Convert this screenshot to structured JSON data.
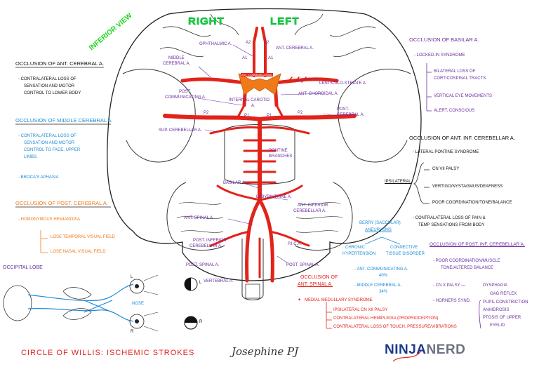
{
  "header": {
    "right": "RIGHT",
    "left": "LEFT",
    "inferior_view": "INFERIOR VIEW"
  },
  "arteries": {
    "ophthalmic": "OPHTHALMIC A.",
    "a2_left": "A2",
    "a2_right": "A2",
    "a1_left": "A1",
    "a1_right": "A1",
    "ant_cerebral": "ANT. CEREBRAL A.",
    "middle_cerebral": [
      "MIDDLE",
      "CEREBRAL A."
    ],
    "ant_communicating": "ANT. COMMUNICATING",
    "lenticulo_striate": "LENTICULO-STRIATE A.",
    "ant_choroidal": "ANT. CHOROIDAL A.",
    "post_communicating": [
      "POST.",
      "COMMUNICATING A."
    ],
    "internal_carotid": [
      "INTERNAL CAROTID",
      "A."
    ],
    "p2_left": "P2",
    "p2_right": "P2",
    "p1_left": "P1",
    "p1_right": "P1",
    "post_cerebral": [
      "POST.",
      "CEREBRAL A."
    ],
    "sup_cerebellar": "SUP. CEREBELLAR A.",
    "pontine_branches": [
      "PONTINE",
      "BRANCHES"
    ],
    "basilar": "BASILAR A.",
    "labyrinthine": "LABYRINTHINE A.",
    "ant_inferior_cerebellar": [
      "ANT. INFERIOR",
      "CEREBELLAR A."
    ],
    "ant_spinal": "ANT. SPINAL A.",
    "post_inferior_cerebellar": [
      "POST. INFERIOR",
      "CEREBELLAR A."
    ],
    "pica": "P.I.C.A.",
    "post_spinal_left": "POST. SPINAL A.",
    "post_spinal_right": "POST. SPINAL A.",
    "vertebral": "VERTEBRAL A."
  },
  "left_notes": {
    "aca_title": "OCCLUSION OF ANT. CEREBRAL A.",
    "aca_line1": "- CONTRALATERAL LOSS OF",
    "aca_line2": "SENSATION AND MOTOR",
    "aca_line3": "CONTROL TO LOWER BODY",
    "mca_title": "OCCLUSION OF MIDDLE CEREBRAL A.",
    "mca_line1": "- CONTRALATERAL LOSS OF",
    "mca_line2": "SENSATION AND MOTOR",
    "mca_line3": "CONTROL TO FACE, UPPER",
    "mca_line4": "LIMBS.",
    "mca_broca": "- BROCA'S APHASIA",
    "pca_title": "OCCLUSION OF POST. CEREBRAL A.",
    "pca_line1": "- HOMONYMOUS HEMIANOPIA",
    "pca_temporal": "LOSE TEMPORAL VISUAL FIELD",
    "pca_nasal": "LOSE NASAL VISUAL FIELD",
    "occipital_lobe": "OCCIPITAL LOBE",
    "eye_l": "L",
    "eye_r": "R",
    "nose": "NOSE",
    "field_l": "L",
    "field_r": "R"
  },
  "right_notes": {
    "basilar_title": "OCCLUSION OF BASILAR A.",
    "basilar_line1": "- LOCKED-IN SYNDROME",
    "basilar_line2a": "BILATERAL LOSS OF",
    "basilar_line2b": "CORTICOSPINAL TRACTS",
    "basilar_line3": "VERTICAL EYE MOVEMENTS",
    "basilar_line4": "ALERT, CONSCIOUS",
    "aica_title": "OCCLUSION OF ANT. INF. CEREBELLAR A.",
    "aica_line1": "- LATERAL PONTINE SYNDROME",
    "ipsilateral": "IPSILATERAL",
    "aica_cn7": "CN VII PALSY",
    "aica_vertigo": "VERTIGO/NYSTAGMUS/DEAFNESS",
    "aica_coord": "POOR COORDINATION/TONE/BALANCE",
    "aica_contra1": "- CONTRALATERAL LOSS OF PAIN &",
    "aica_contra2": "TEMP SENSATIONS FROM BODY",
    "berry_title": [
      "BERRY (SACCULAR)",
      "ANEURYSMS"
    ],
    "berry_chronic": [
      "CHRONIC",
      "HYPERTENSION"
    ],
    "berry_connective": [
      "CONNECTIVE",
      "TISSUE DISORDER"
    ],
    "berry_ant_comm": [
      "- ANT. COMMUNICATING A.",
      "40%"
    ],
    "berry_mid_cer": [
      "- MIDDLE CEREBRAL A.",
      "34%"
    ],
    "pica_title": "OCCLUSION OF POST. INF. CEREBELLAR A.",
    "pica_line1": "- POOR COORDINATION/MUSCLE",
    "pica_line1b": "TONE/ALTERED BALANCE",
    "pica_cnx": "- CN X PALSY —",
    "pica_dysphagia": "DYSPHAGIA",
    "pica_gag": "GAG REFLEX",
    "pica_horners": "- HORNERS SYND.",
    "pica_pupil": "PUPIL CONSTRICTION",
    "pica_anhidrosis": "ANHIDROSIS",
    "pica_ptosis": "PTOSIS OF UPPER",
    "pica_eyelid": "EYELID"
  },
  "bottom_notes": {
    "asa_title": [
      "OCCLUSION OF",
      "ANT. SPINAL A."
    ],
    "medial": "MEDIAL MEDULLARY SYNDROME",
    "ipsi_cn12": "IPSILATERAL CN XII PALSY",
    "contra_hemi": "CONTRALATERAL HEMIPLEGIA (PROPRIOCEPTION)",
    "contra_touch": "CONTRALATERAL LOSS OF TOUCH, PRESSURE/VIBRATIONS"
  },
  "footer": {
    "title": "CIRCLE OF WILLIS: ISCHEMIC STROKES",
    "signature": "Josephine PJ",
    "logo_ninja": "NINJA",
    "logo_nerd": "NERD"
  },
  "colors": {
    "artery": "#e2231a",
    "purple": "#6a2ca0",
    "blue": "#1c8ad6",
    "orange": "#f07a1a",
    "green": "#1ed61e",
    "ninja_blue": "#1e3a8a"
  }
}
